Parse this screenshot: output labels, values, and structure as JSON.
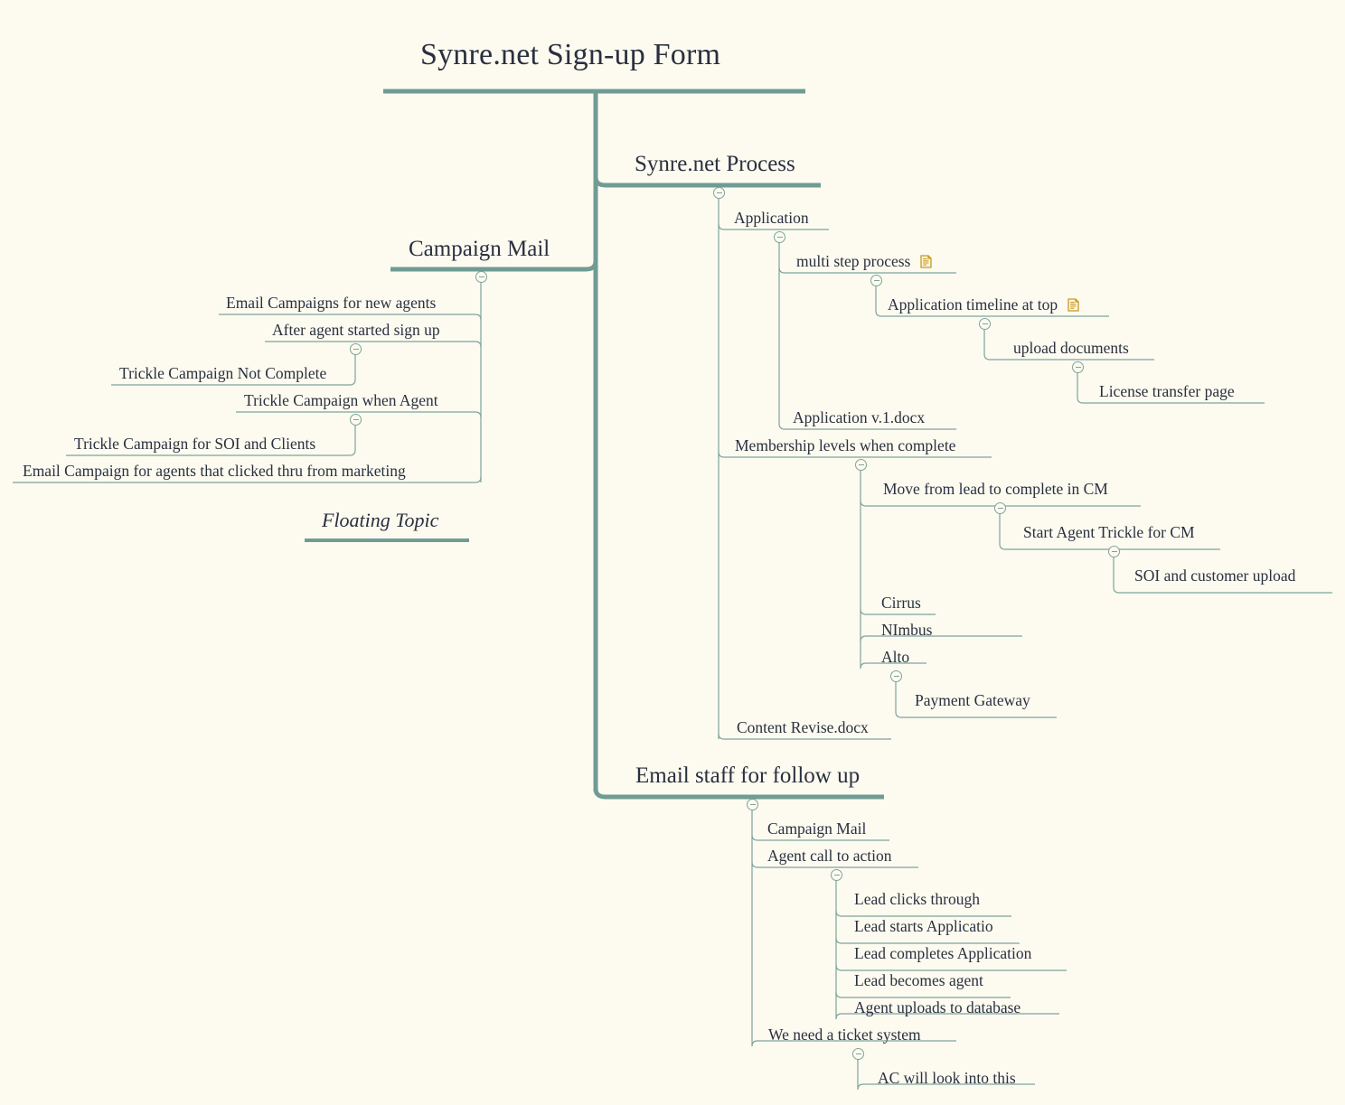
{
  "document": {
    "title": "Synre.net Sign-up Form",
    "type": "mind-map"
  },
  "colors": {
    "background": "#fdfbf0",
    "branch": "#6f9c94",
    "connector": "#7ea39c",
    "text": "#29303f",
    "note_icon": "#c8991f"
  },
  "root": {
    "label": "Synre.net Sign-up Form"
  },
  "floating": {
    "label": "Floating Topic"
  },
  "branches": [
    {
      "label": "Campaign Mail",
      "side": "left",
      "children": [
        {
          "label": "Email Campaigns for new agents"
        },
        {
          "label": "After agent started sign up",
          "children": [
            {
              "label": "Trickle Campaign Not Complete"
            }
          ]
        },
        {
          "label": "Trickle Campaign when Agent",
          "children": [
            {
              "label": "Trickle Campaign for SOI and Clients"
            }
          ]
        },
        {
          "label": "Email Campaign for agents that clicked thru from marketing"
        }
      ]
    },
    {
      "label": "Synre.net Process",
      "side": "right",
      "children": [
        {
          "label": "Application",
          "children": [
            {
              "label": "multi step process",
              "note": true,
              "children": [
                {
                  "label": "Application timeline at top",
                  "note": true,
                  "children": [
                    {
                      "label": "upload documents",
                      "children": [
                        {
                          "label": "License transfer page"
                        }
                      ]
                    }
                  ]
                }
              ]
            },
            {
              "label": "Application v.1.docx"
            }
          ]
        },
        {
          "label": "Membership levels when complete",
          "children": [
            {
              "label": "Move from lead to complete in CM",
              "children": [
                {
                  "label": "Start Agent Trickle for CM",
                  "children": [
                    {
                      "label": "SOI and customer upload"
                    }
                  ]
                }
              ]
            },
            {
              "label": "Cirrus"
            },
            {
              "label": "NImbus"
            },
            {
              "label": "Alto",
              "children": [
                {
                  "label": "Payment Gateway"
                }
              ]
            }
          ]
        },
        {
          "label": "Content Revise.docx"
        }
      ]
    },
    {
      "label": "Email staff for follow up",
      "side": "right",
      "children": [
        {
          "label": "Campaign Mail"
        },
        {
          "label": "Agent call to action",
          "children": [
            {
              "label": "Lead clicks through"
            },
            {
              "label": "Lead starts Applicatio"
            },
            {
              "label": "Lead completes Application"
            },
            {
              "label": "Lead becomes agent"
            },
            {
              "label": "Agent uploads to database"
            }
          ]
        },
        {
          "label": "We need a ticket system",
          "children": [
            {
              "label": "AC will look into this"
            }
          ]
        }
      ]
    }
  ],
  "icons": {
    "note": "note-icon",
    "collapse": "collapse-toggle-icon"
  }
}
